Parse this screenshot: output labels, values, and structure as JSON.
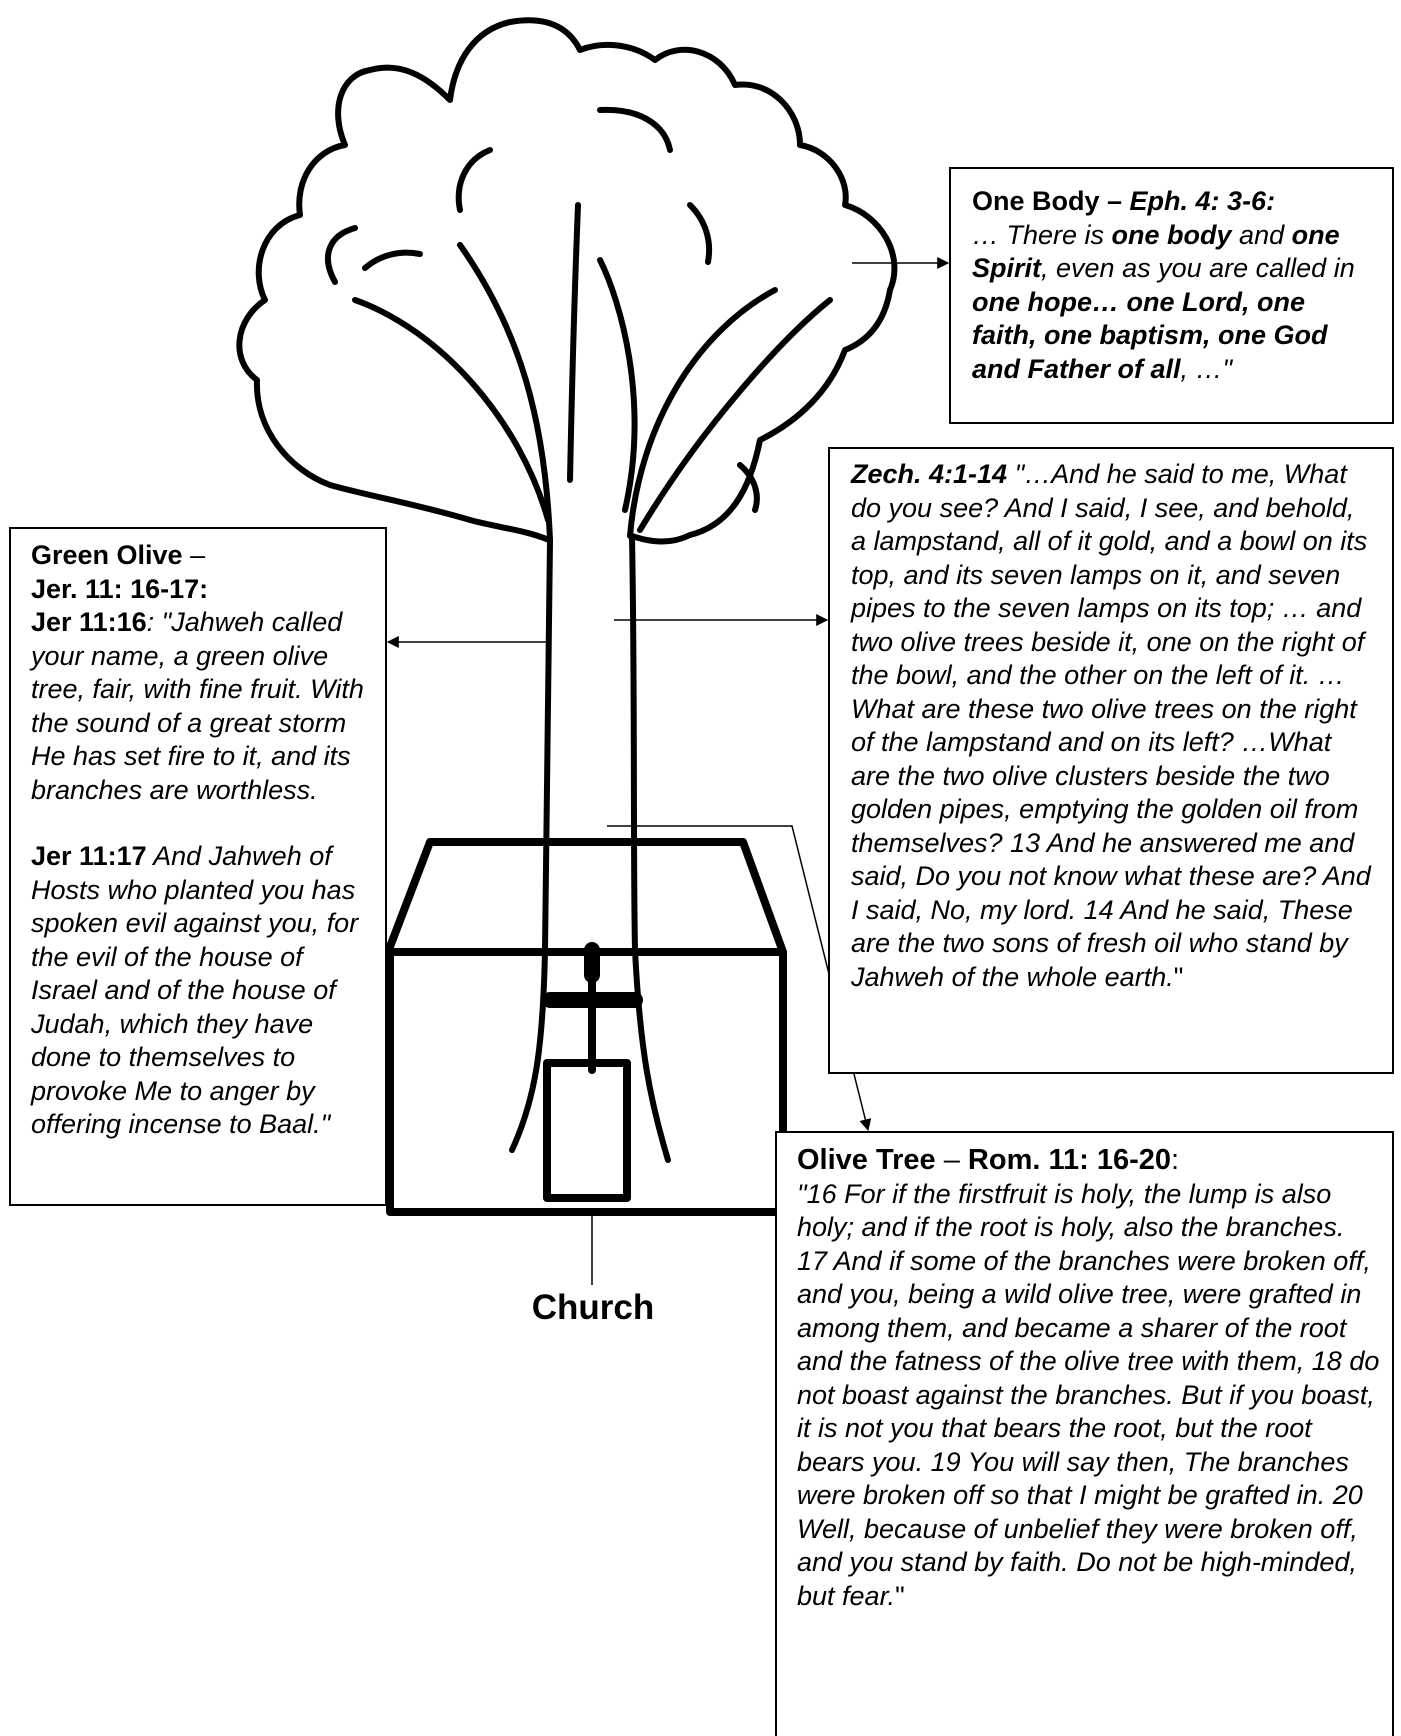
{
  "one_body": {
    "heading": "One Body",
    "dash": " – ",
    "ref": "Eph. 4: 3-6:",
    "t1": "… There is ",
    "b1": "one body",
    "t2": " and ",
    "b2": "one Spirit",
    "t3": ", even as you are called in ",
    "b3": "one hope… one Lord, one faith, one baptism, one God and Father of all",
    "t4": ", …\""
  },
  "zech": {
    "ref": "Zech. 4:1-14",
    "text": " \"…And he said to me, What do you see? And I said, I see, and behold, a lampstand, all of it gold, and a bowl on its top, and its seven lamps on it, and seven pipes to the seven lamps on its top; … and two olive trees beside it, one on the right of the bowl, and the other on the left of it. … What are these two olive trees on the right of the lampstand and on its left? …What are the two olive clusters beside the two golden pipes, emptying the golden oil from themselves?  13  And he answered me and said, Do you not know what these are? And I said, No, my lord.  14  And he said, These are the two sons of fresh oil who stand by Jahweh of the whole earth.",
    "close": "\""
  },
  "jer": {
    "heading": "Green Olive",
    "dash": " –",
    "ref": "Jer. 11: 16-17:",
    "v16_ref": "Jer 11:16",
    "v16_text": ":  \"Jahweh called your name, a green olive tree, fair, with fine fruit. With the sound of a great storm He has set fire to it, and its branches are worthless.",
    "v17_ref": "Jer 11:17",
    "v17_text": "  And Jahweh of Hosts who planted you has spoken evil against you, for the evil of the house of Israel and of the house of Judah, which they have done to themselves to provoke Me to anger by offering incense to Baal.\""
  },
  "rom": {
    "heading": "Olive Tree",
    "dash": " – ",
    "ref": "Rom. 11: 16-20",
    "colon": ":",
    "v16": "\"16  For if the firstfruit is holy, the lump is also holy; and if the root is holy, also the branches.",
    "v17": "17  And if some of the branches were broken off, and you, being a wild olive tree, were grafted in among them, and became a sharer of the root and the fatness of the olive tree with them, 18  do not boast against the branches. But if you boast, it is not you that bears the root, but the root bears you.  19  You will say then, The branches were broken off so that I might be grafted in.  20  Well, because of unbelief they were broken off, and you stand by faith. Do not be high-minded, but fear.",
    "close": "\""
  },
  "church_label": "Church"
}
